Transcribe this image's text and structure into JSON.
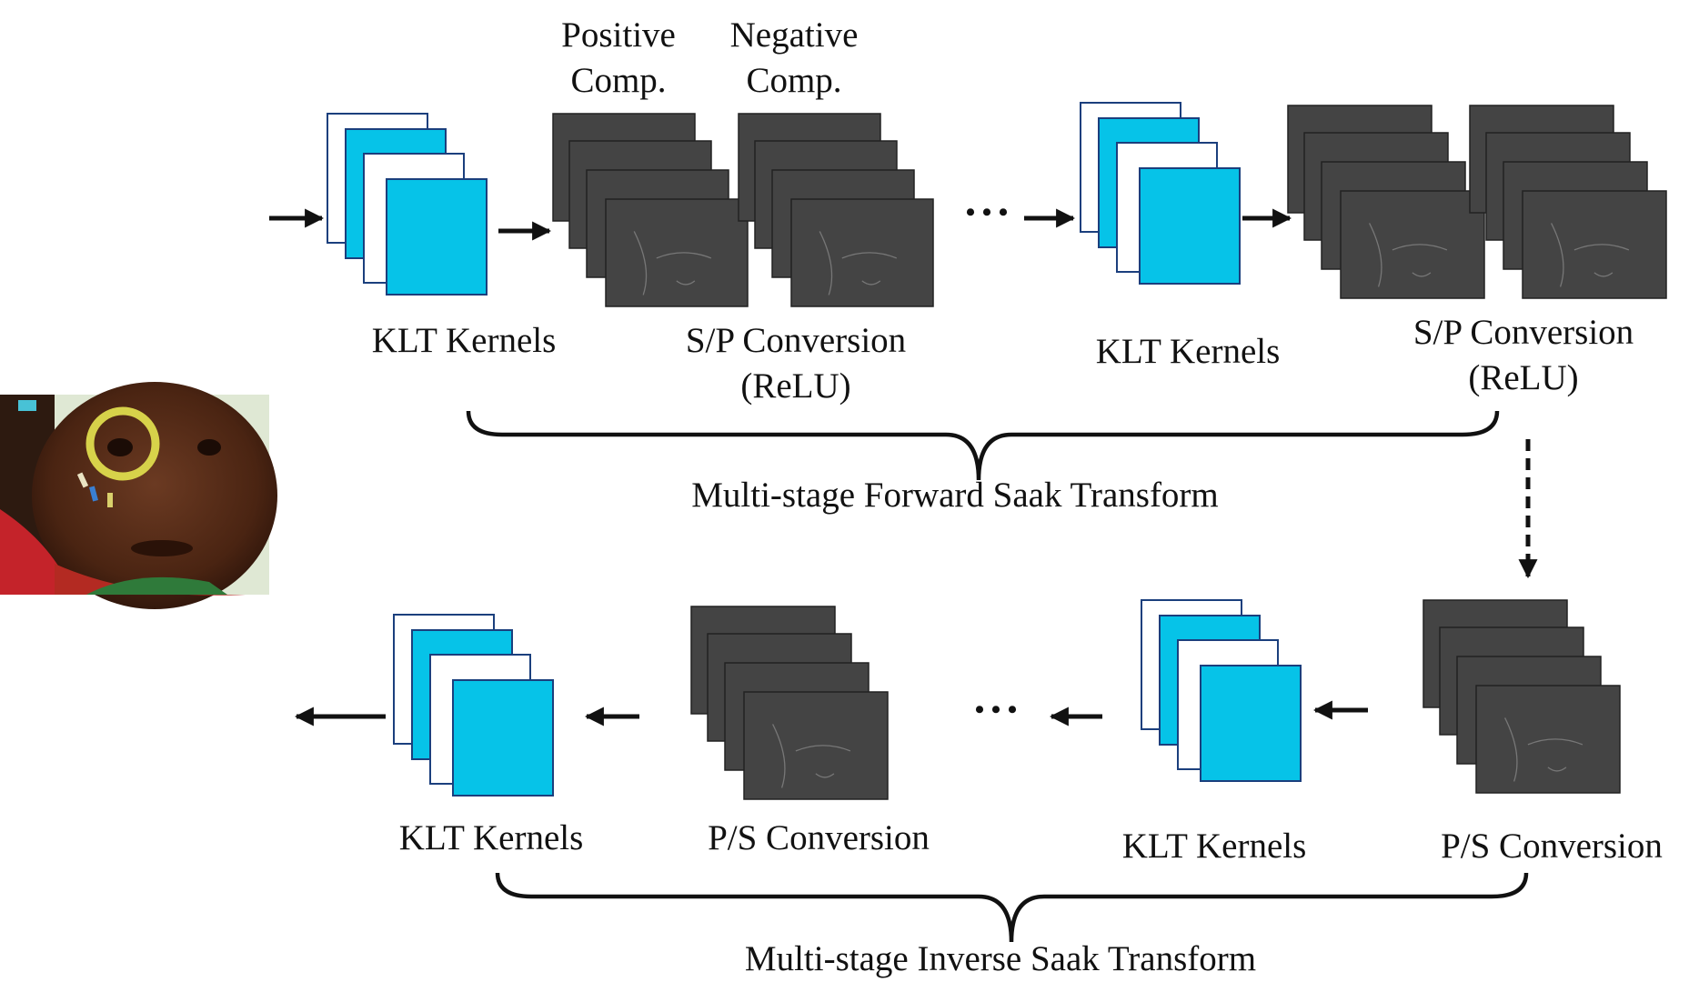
{
  "colors": {
    "kernel_fill": "#06c3e8",
    "kernel_edge": "#1b3f7d",
    "feature_map": "#444444",
    "arrow": "#111111"
  },
  "input_image": {
    "icon": "child-face-photo-icon"
  },
  "forward": {
    "stage1": {
      "kernels_label": "KLT Kernels",
      "positive_label": [
        "Positive",
        "Comp."
      ],
      "negative_label": [
        "Negative",
        "Comp."
      ],
      "conversion_label": [
        "S/P Conversion",
        "(ReLU)"
      ]
    },
    "stage2": {
      "kernels_label": "KLT Kernels",
      "conversion_label": [
        "S/P Conversion",
        "(ReLU)"
      ]
    },
    "ellipsis": "• • •",
    "brace_label": "Multi-stage Forward Saak Transform"
  },
  "inverse": {
    "stage1": {
      "conversion_label": "P/S Conversion",
      "kernels_label": "KLT Kernels"
    },
    "stage2": {
      "conversion_label": "P/S Conversion",
      "kernels_label": "KLT Kernels"
    },
    "ellipsis": "• • •",
    "brace_label": "Multi-stage Inverse Saak Transform"
  }
}
